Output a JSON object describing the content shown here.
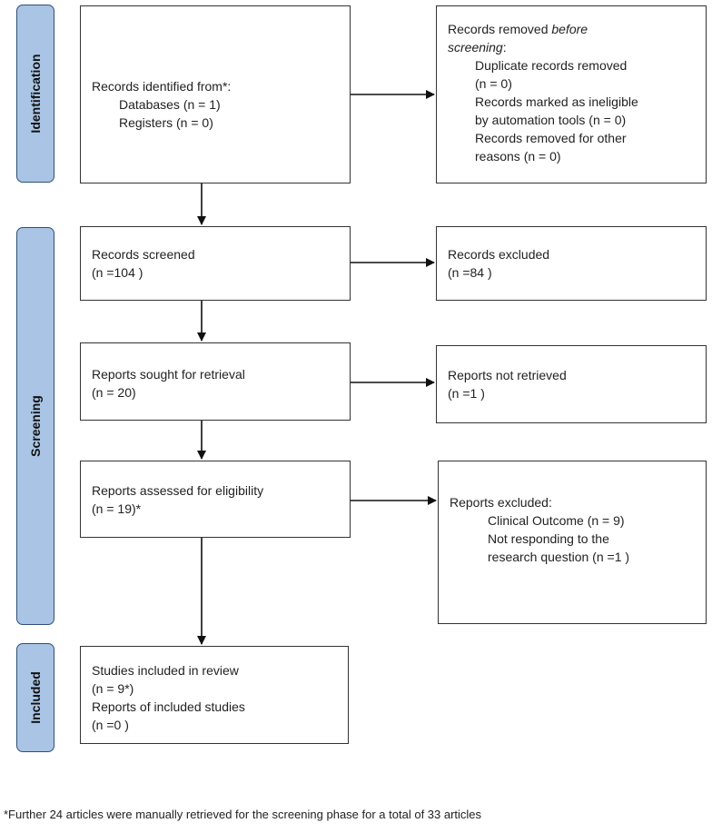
{
  "stages": {
    "identification": "Identification",
    "screening": "Screening",
    "included": "Included"
  },
  "boxes": {
    "identified": {
      "line1": "Records identified from*:",
      "line2": "Databases (n = 1)",
      "line3": "Registers (n = 0)"
    },
    "removed": {
      "line1_pre": "Records removed ",
      "line1_em": "before",
      "line2_em": "screening",
      "line2_post": ":",
      "line3": "Duplicate records removed",
      "line4": "(n = 0)",
      "line5": "Records marked as ineligible",
      "line6": "by automation tools (n = 0)",
      "line7": "Records removed for other",
      "line8": "reasons (n = 0)"
    },
    "screened": {
      "line1": "Records screened",
      "line2": "(n =104 )"
    },
    "excluded": {
      "line1": "Records excluded",
      "line2": "(n =84 )"
    },
    "sought": {
      "line1": "Reports sought for retrieval",
      "line2": "(n = 20)"
    },
    "not_retrieved": {
      "line1": "Reports not retrieved",
      "line2": "(n =1 )"
    },
    "assessed": {
      "line1": "Reports assessed for eligibility",
      "line2": "(n = 19)*"
    },
    "reports_excluded": {
      "line1": "Reports excluded:",
      "line2": "Clinical Outcome (n = 9)",
      "line3": "Not responding to the",
      "line4": "research question (n =1 )"
    },
    "included": {
      "line1": "Studies included in review",
      "line2": "(n = 9*)",
      "line3": "Reports of included studies",
      "line4": "(n =0 )"
    }
  },
  "footnote": "*Further 24 articles were manually retrieved for the screening phase for a total of 33 articles",
  "colors": {
    "stage_fill": "#a9c4e4",
    "stage_border": "#2f4f7a",
    "box_border": "#333333"
  }
}
